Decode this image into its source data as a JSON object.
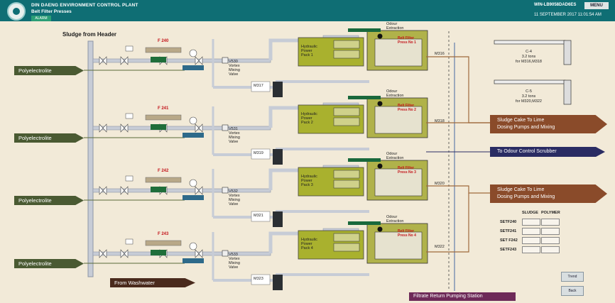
{
  "header": {
    "plant": "DIN DAENG ENVIRONMENT CONTROL PLANT",
    "screen": "Belt Filter Presses",
    "alarm": "ALARM",
    "user": "WIN-LB9058DAD6ES",
    "menu": "MENU",
    "date": "11 SEPTEMBER 2017  11:01:54 AM"
  },
  "title": "Sludge from Header",
  "polyelectrolite": [
    "Polyelectrolite",
    "Polyelectrolite",
    "Polyelectrolite",
    "Polyelectrolite"
  ],
  "from_washwater": "From Washwater",
  "units": [
    {
      "flow": "F 240",
      "valve": "V530",
      "motor": "M317",
      "belt": "Belt Filter\nPress No 1",
      "press_motor": "M316"
    },
    {
      "flow": "F 241",
      "valve": "V531",
      "motor": "M319",
      "belt": "Belt Filter\nPress No 2",
      "press_motor": "M318"
    },
    {
      "flow": "F 242",
      "valve": "V532",
      "motor": "M321",
      "belt": "Belt Filter\nPress No 3",
      "press_motor": "M320"
    },
    {
      "flow": "F 243",
      "valve": "V533",
      "motor": "M323",
      "belt": "Belt Filter\nPress No 4",
      "press_motor": "M322"
    }
  ],
  "vortex": "Vortex\nMixing\nValve",
  "hpu": [
    "Hydraulic\nPower\nPack 1",
    "Hydraulic\nPower\nPack 2",
    "Hydraulic\nPower\nPack 3",
    "Hydraulic\nPower\nPack 4"
  ],
  "odour": "Odour\nExtraction",
  "conveyors": [
    {
      "name": "C-4",
      "cap": "3.2 tons",
      "for": "for M316,M318"
    },
    {
      "name": "C-5",
      "cap": "3.2 tons",
      "for": "for M320,M322"
    }
  ],
  "outputs": {
    "cake1": "Sludge Cake To Lime\nDosing Pumps and Mixing",
    "scrubber": "To Odour Control Scrubber",
    "cake2": "Sludge Cake To Lime\nDosing Pumps and Mixing",
    "filtrate": "Filtrate Return Pumping Station"
  },
  "setpoints": {
    "headers": [
      "SLUDGE",
      "POLYMER"
    ],
    "rows": [
      "SETF240",
      "SETF241",
      "SET F242",
      "SETF243"
    ]
  },
  "buttons": {
    "trend": "Trend",
    "back": "Back"
  }
}
